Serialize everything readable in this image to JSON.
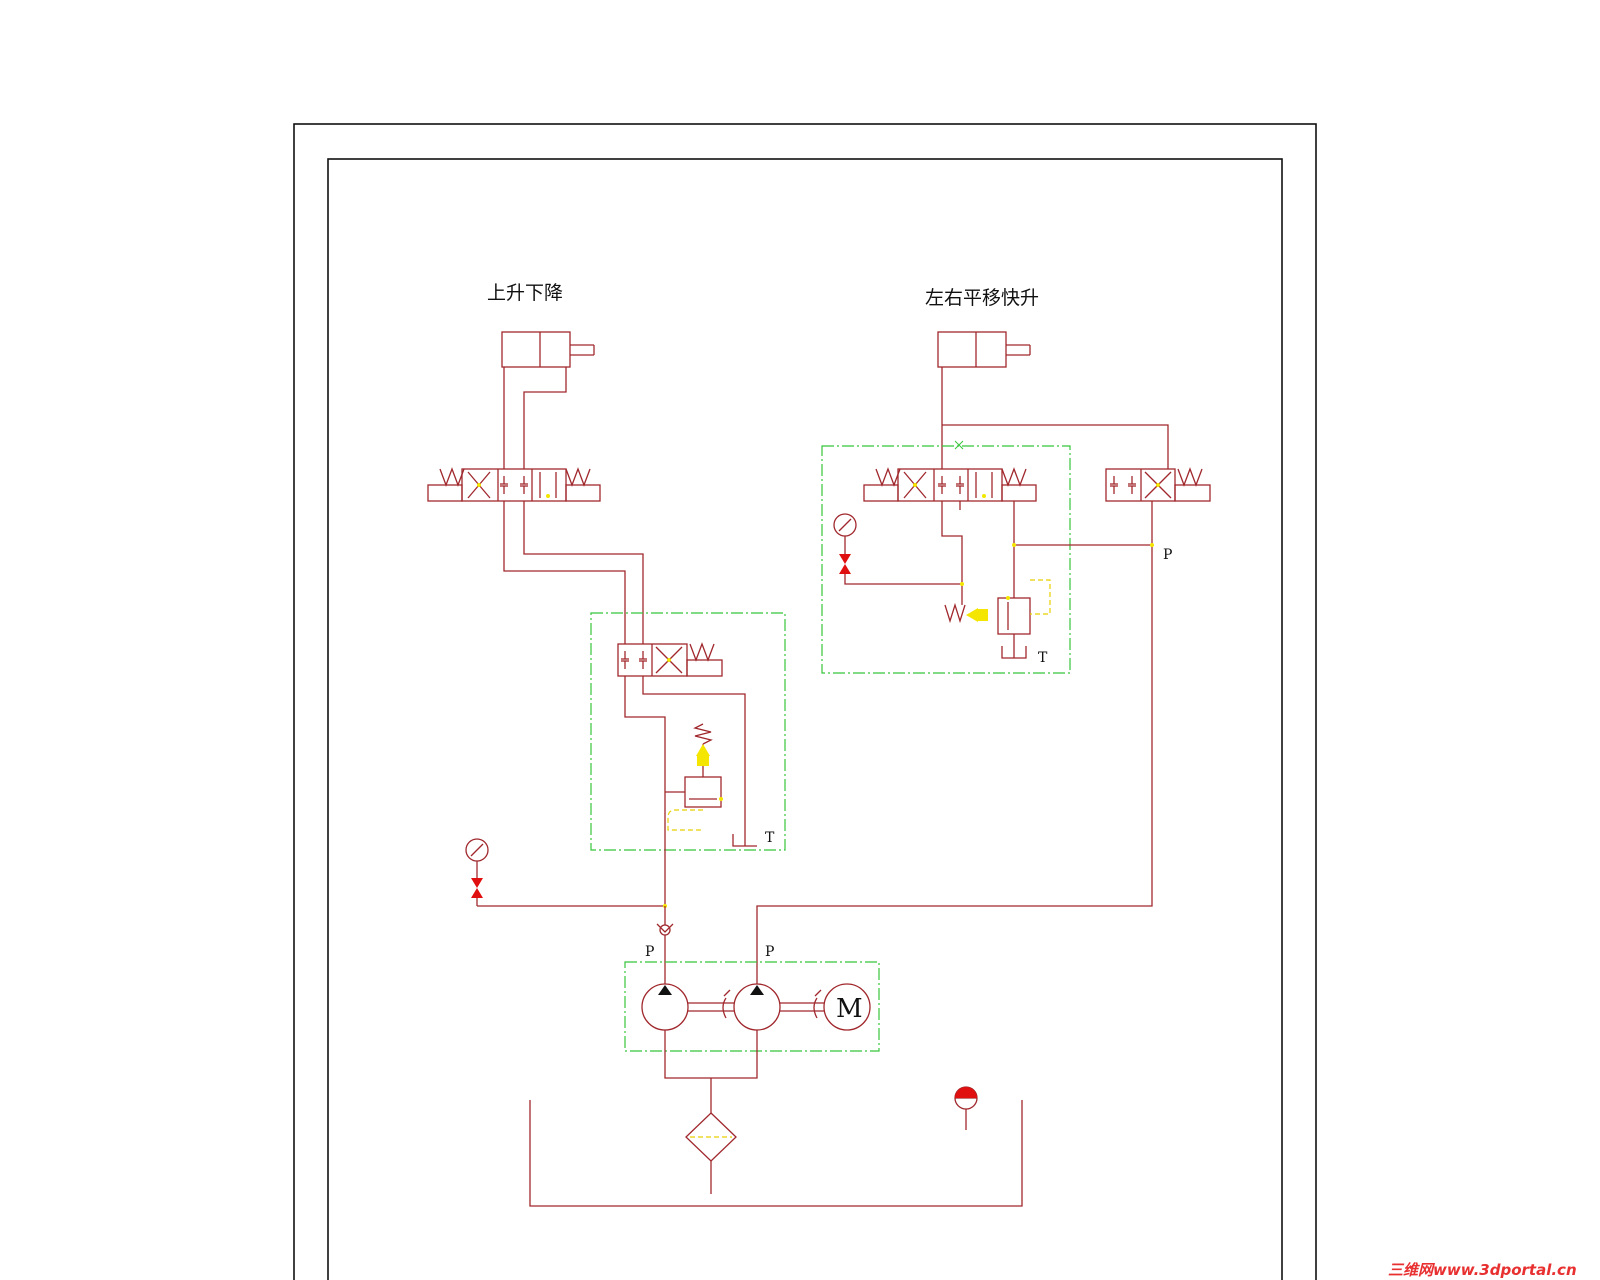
{
  "titles": {
    "left": "上升下降",
    "right": "左右平移快升"
  },
  "port_labels": {
    "p": "P",
    "t": "T"
  },
  "motor_label": "M",
  "watermark": "三维网www.3dportal.cn",
  "colors": {
    "line": "#a0282d",
    "group_border": "#36c43a",
    "pilot": "#e8d000",
    "valve_red": "#e01010",
    "frame": "#111111"
  }
}
